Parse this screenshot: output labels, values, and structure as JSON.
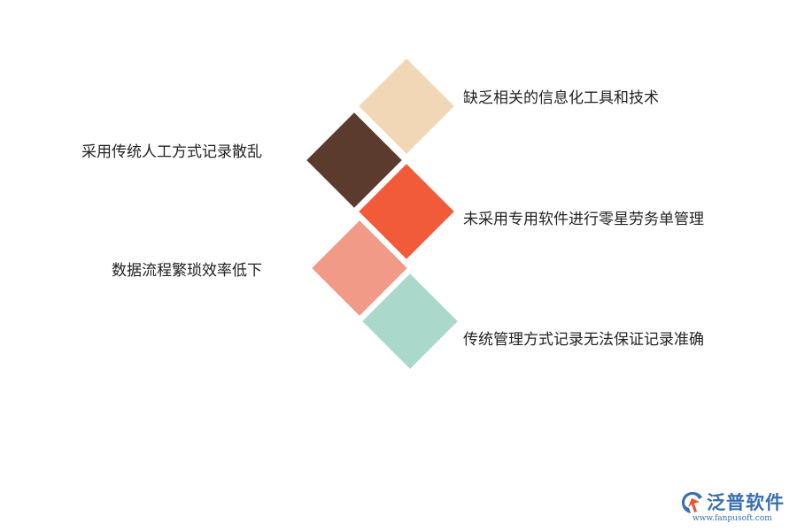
{
  "items": [
    {
      "text": "缺乏相关的信息化工具和技术",
      "color": "#F1D7B6"
    },
    {
      "text": "采用传统人工方式记录散乱",
      "color": "#5A3B2E"
    },
    {
      "text": "未采用专用软件进行零星劳务单管理",
      "color": "#F25B3A"
    },
    {
      "text": "数据流程繁琐效率低下",
      "color": "#F19A88"
    },
    {
      "text": "传统管理方式记录无法保证记录准确",
      "color": "#AAD8CB"
    }
  ],
  "logo": {
    "name": "泛普软件",
    "url": "www.fanpusoft.com",
    "icon": "fanpu-logo-icon",
    "color": "#3A6FB0"
  }
}
